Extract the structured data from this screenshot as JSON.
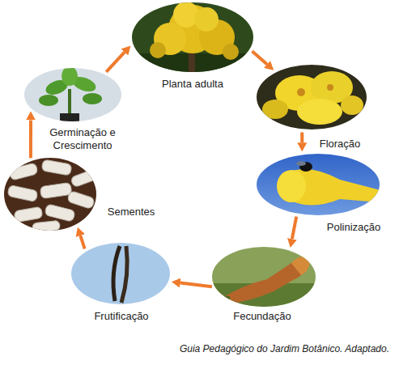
{
  "diagram": {
    "caption": "Guia Pedagógico do Jardim Botânico. Adaptado.",
    "nodes": [
      {
        "text": [
          "Planta adulta"
        ]
      },
      {
        "text": [
          "Floração"
        ]
      },
      {
        "text": [
          "Polinização"
        ]
      },
      {
        "text": [
          "Fecundação"
        ]
      },
      {
        "text": [
          "Frutificação"
        ]
      },
      {
        "text": [
          "Sementes"
        ]
      },
      {
        "text": [
          "Germinação e Crescimento"
        ]
      }
    ],
    "edges": [
      {
        "from": 0,
        "to": 1,
        "arrow": "to"
      },
      {
        "from": 1,
        "to": 2,
        "arrow": "to"
      },
      {
        "from": 2,
        "to": 3,
        "arrow": "to"
      },
      {
        "from": 3,
        "to": 4,
        "arrow": "to"
      },
      {
        "from": 4,
        "to": 5,
        "arrow": "to"
      },
      {
        "from": 5,
        "to": 6,
        "arrow": "to"
      },
      {
        "from": 6,
        "to": 0,
        "arrow": "to"
      }
    ]
  }
}
